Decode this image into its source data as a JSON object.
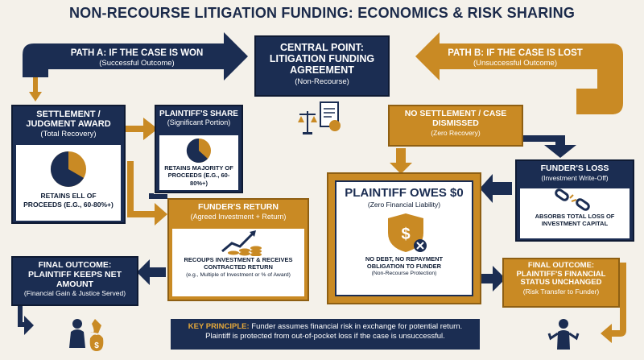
{
  "title": "NON-RECOURSE LITIGATION FUNDING: ECONOMICS & RISK SHARING",
  "colors": {
    "navy": "#1b2d52",
    "gold": "#c98a24",
    "background": "#f4f1ea"
  },
  "central": {
    "title": "CENTRAL POINT: LITIGATION FUNDING AGREEMENT",
    "subtitle": "(Non-Recourse)",
    "icon": "contract-scales-icon"
  },
  "path_a": {
    "title": "PATH A: IF THE CASE IS WON",
    "subtitle": "(Successful Outcome)"
  },
  "path_b": {
    "title": "PATH B: IF THE CASE IS LOST",
    "subtitle": "(Unsuccessful Outcome)"
  },
  "settlement": {
    "title": "SETTLEMENT / JUDGMENT AWARD",
    "subtitle": "(Total Recovery)",
    "text": "RETAINS Ell OF PROCEEDS (e.g., 60-80%+)",
    "icon": "pie-chart-icon"
  },
  "plaintiff_share": {
    "title": "PLAINTIFF'S SHARE",
    "subtitle": "(Significant Portion)",
    "text": "RETAINS MAJORITY OF PROCEEDS (e.g., 60-80%+)",
    "icon": "pie-chart-icon"
  },
  "funder_return": {
    "title": "FUNDER'S RETURN",
    "subtitle": "(Agreed Investment + Return)",
    "text": "RECOUPS INVESTMENT & RECEIVES CONTRACTED RETURN",
    "small": "(e.g., Multiple of Investment or % of Award)",
    "icon": "growth-coins-icon"
  },
  "final_a": {
    "title": "FINAL OUTCOME: PLAINTIFF KEEPS NET AMOUNT",
    "subtitle": "(Financial Gain & Justice Served)",
    "icon": "person-money-bag-icon"
  },
  "no_settlement": {
    "title": "NO SETTLEMENT / CASE DISMISSED",
    "subtitle": "(Zero Recovery)"
  },
  "funder_loss": {
    "title": "FUNDER'S LOSS",
    "subtitle": "(Investment Write-Off)",
    "text": "ABSORBS TOTAL LOSS OF INVESTMENT CAPITAL",
    "icon": "broken-chain-icon"
  },
  "owes": {
    "title": "PLAINTIFF OWES $0",
    "subtitle": "(Zero Financial Liability)",
    "text": "NO DEBT, NO REPAYMENT OBLIGATION TO FUNDER",
    "small": "(Non-Recourse Protection)",
    "icon": "shield-dollar-icon"
  },
  "final_b": {
    "title": "FINAL OUTCOME: PLAINTIFF'S FINANCIAL STATUS UNCHANGED",
    "subtitle": "(Risk Transfer to Funder)",
    "icon": "person-shrug-icon"
  },
  "principle": {
    "label": "KEY PRINCIPLE:",
    "text": "Funder assumes financial risk in exchange for potential return.",
    "text2": "Plaintiff is protected from out-of-pocket loss if the case is unsuccessful."
  }
}
